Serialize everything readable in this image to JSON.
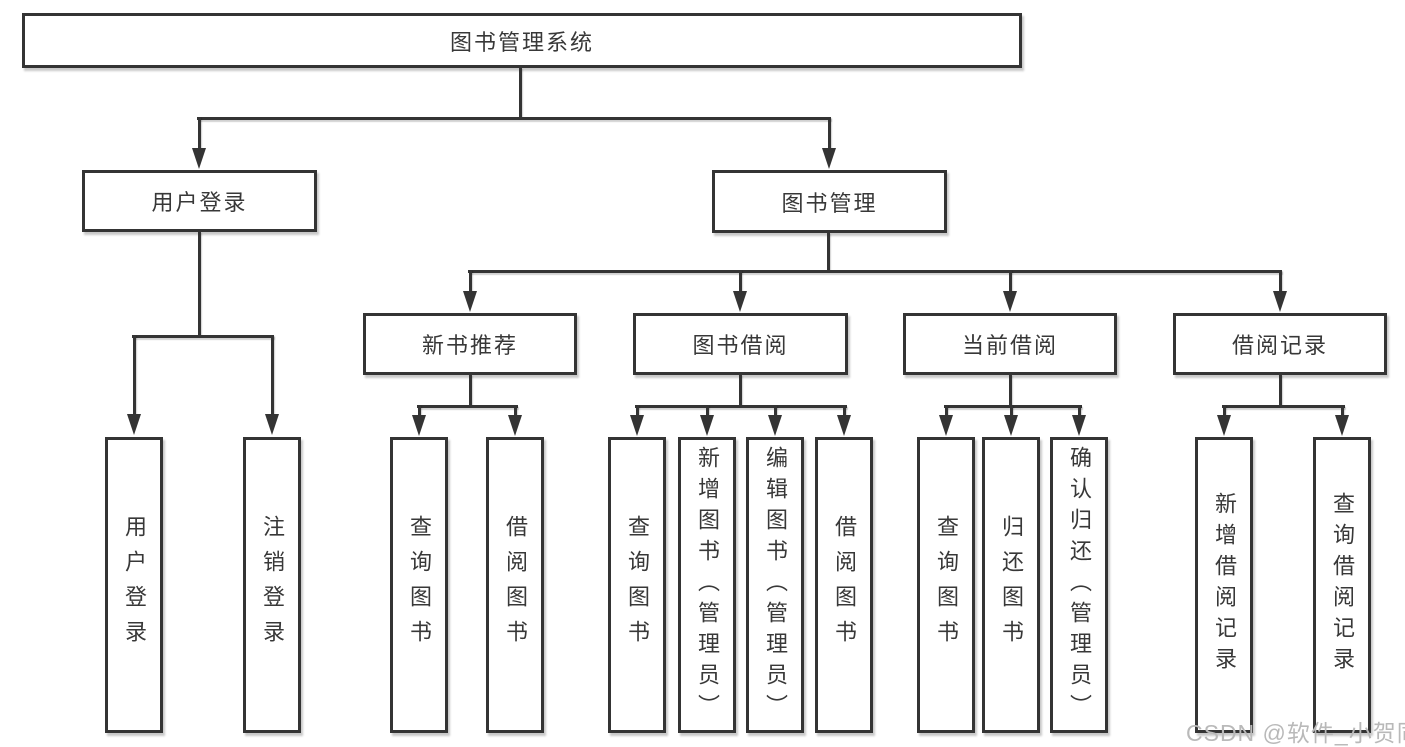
{
  "diagram": {
    "root": {
      "label": "图书管理系统"
    },
    "level2": [
      {
        "label": "用户登录"
      },
      {
        "label": "图书管理"
      }
    ],
    "level3": [
      {
        "label": "新书推荐"
      },
      {
        "label": "图书借阅"
      },
      {
        "label": "当前借阅"
      },
      {
        "label": "借阅记录"
      }
    ],
    "leaves": {
      "user": [
        "用户登录",
        "注销登录"
      ],
      "newbook": [
        "查询图书",
        "借阅图书"
      ],
      "borrow": [
        "查询图书",
        "新增图书（管理员）",
        "编辑图书（管理员）",
        "借阅图书"
      ],
      "current": [
        "查询图书",
        "归还图书",
        "确认归还（管理员）"
      ],
      "records": [
        "新增借阅记录",
        "查询借阅记录"
      ]
    }
  },
  "watermark": {
    "text": "CSDN @软件_小贺同学"
  },
  "colors": {
    "line": "#343434",
    "text": "#383838",
    "box_fill": "#ffffff",
    "watermark": "#b9b9b9",
    "background": "#ffffff"
  }
}
